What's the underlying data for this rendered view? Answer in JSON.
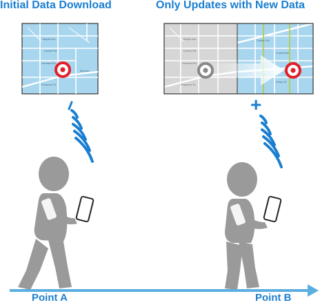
{
  "titles": {
    "left": "Initial Data Download",
    "right": "Only Updates with New Data"
  },
  "points": {
    "a": "Point A",
    "b": "Point B"
  },
  "plus_sign": "+",
  "colors": {
    "accent": "#1a7fd1",
    "map_blue": "#a8d6ee",
    "map_gray": "#d6d6d6",
    "figure_gray": "#9a9a9a",
    "target_red": "#e0202a",
    "target_gray": "#888888",
    "arrow_line": "#5aaee0"
  },
  "icons": {
    "left_marker": "target-icon",
    "right_old_marker": "target-gray-icon",
    "right_new_marker": "target-icon"
  }
}
